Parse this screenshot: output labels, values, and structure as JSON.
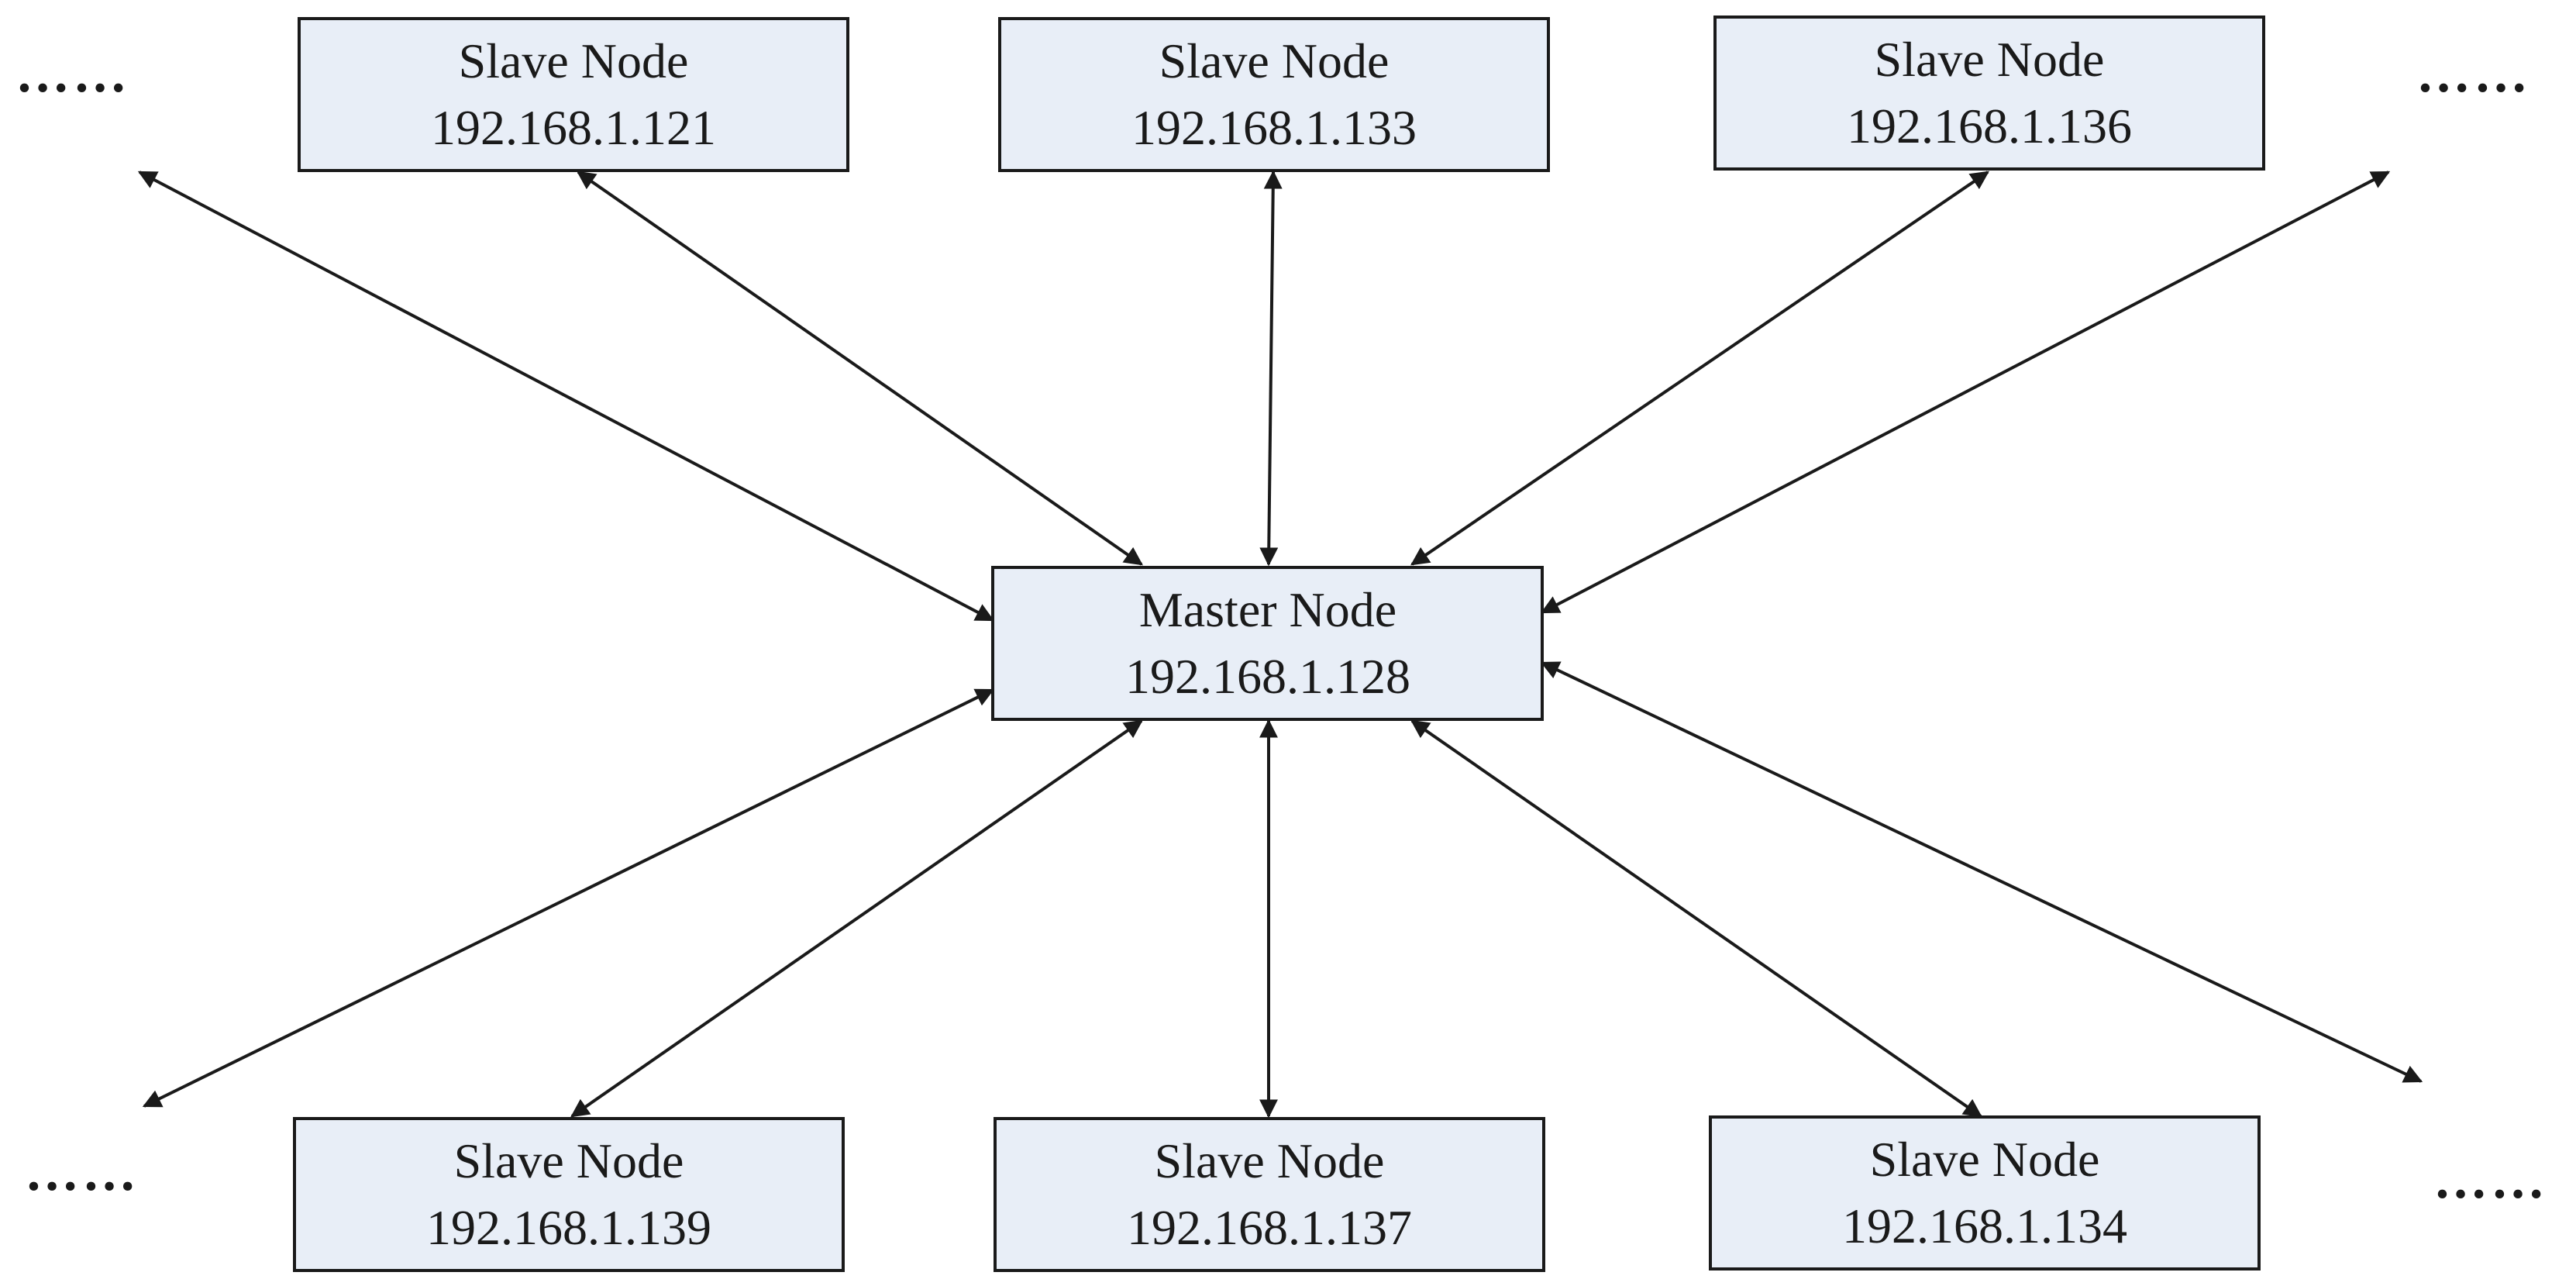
{
  "master": {
    "title": "Master Node",
    "ip": "192.168.1.128"
  },
  "slaves": [
    {
      "title": "Slave Node",
      "ip": "192.168.1.121"
    },
    {
      "title": "Slave Node",
      "ip": "192.168.1.133"
    },
    {
      "title": "Slave Node",
      "ip": "192.168.1.136"
    },
    {
      "title": "Slave Node",
      "ip": "192.168.1.139"
    },
    {
      "title": "Slave Node",
      "ip": "192.168.1.137"
    },
    {
      "title": "Slave Node",
      "ip": "192.168.1.134"
    }
  ],
  "ellipsis": "……",
  "colors": {
    "node_fill": "#e8eef7",
    "stroke": "#1a1a1a"
  }
}
